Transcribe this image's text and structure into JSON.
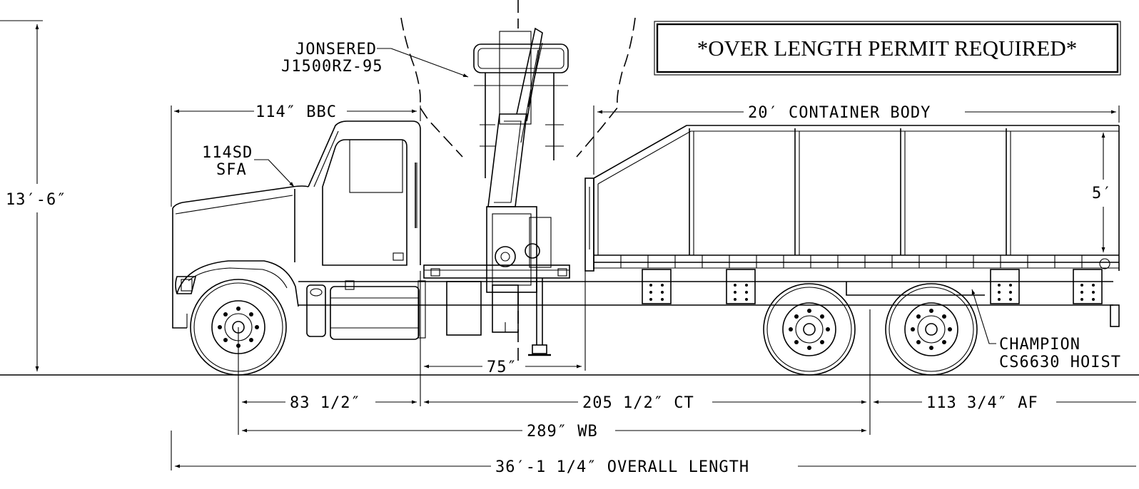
{
  "permit_notice": "*OVER LENGTH PERMIT REQUIRED*",
  "labels": {
    "crane_make": "JONSERED",
    "crane_model": "J1500RZ-95",
    "truck_model_line1": "114SD",
    "truck_model_line2": "SFA",
    "hoist_make": "CHAMPION",
    "hoist_model": "CS6630 HOIST"
  },
  "dimensions": {
    "overall_height": "13′-6″",
    "bbc": "114″ BBC",
    "container_body": "20′ CONTAINER BODY",
    "container_height": "5′",
    "crane_width": "75″",
    "front_axle_to_cab": "83 1/2″",
    "cab_to_tandem": "205 1/2″ CT",
    "after_frame": "113 3/4″ AF",
    "wheelbase": "289″ WB",
    "overall_length": "36′-1 1/4″ OVERALL LENGTH"
  }
}
